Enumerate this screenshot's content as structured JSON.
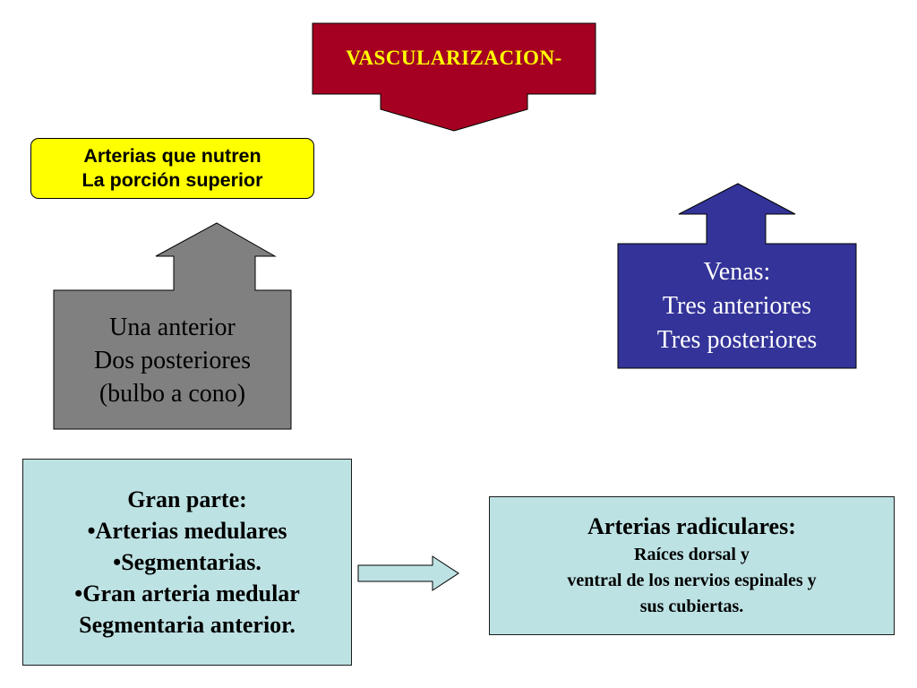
{
  "title": {
    "text": "VASCULARIZACION-",
    "fill_color": "#a50021",
    "text_color": "#ffff00"
  },
  "superior_box": {
    "lines": [
      "Arterias que nutren",
      "La porción superior"
    ],
    "fill_color": "#ffff00"
  },
  "gray_arrow": {
    "lines": [
      "Una  anterior",
      "Dos posteriores",
      "(bulbo a cono)"
    ],
    "fill_color": "#808080"
  },
  "blue_arrow": {
    "lines": [
      "Venas:",
      "Tres anteriores",
      "Tres posteriores"
    ],
    "fill_color": "#333399"
  },
  "gran_parte_box": {
    "lines": [
      "Gran parte:",
      "•Arterias medulares",
      "•Segmentarias.",
      "•Gran arteria medular",
      "Segmentaria anterior."
    ],
    "fill_color": "#bde2e3"
  },
  "radicular_box": {
    "heading": "Arterias radiculares:",
    "lines": [
      "Raíces dorsal y",
      "ventral de los nervios espinales y",
      "sus cubiertas."
    ],
    "fill_color": "#bde2e3"
  }
}
